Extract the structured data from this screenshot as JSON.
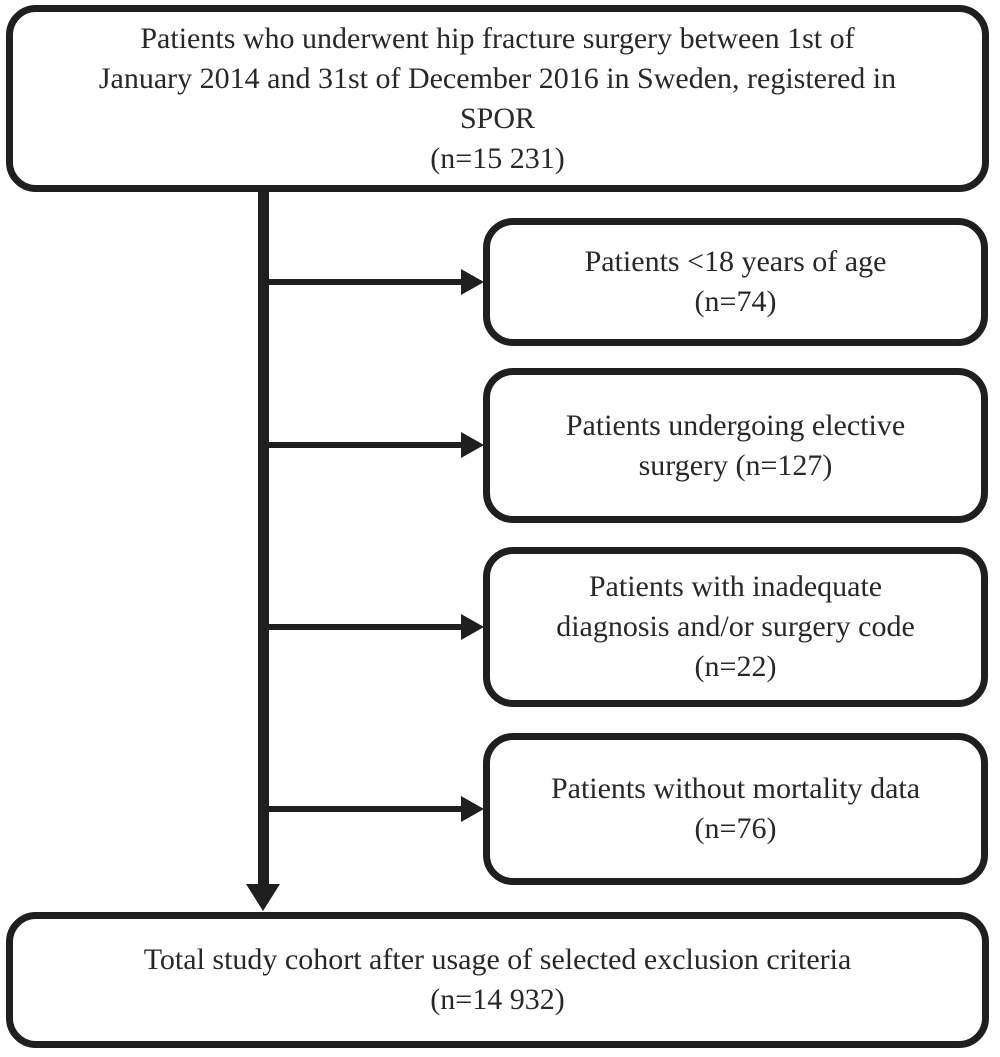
{
  "diagram": {
    "type": "flowchart",
    "line_color": "#1f1f1f",
    "text_color": "#282828",
    "box_background": "#ffffff",
    "source_box": {
      "lines": [
        "Patients who underwent hip fracture surgery between 1st of",
        "January 2014 and 31st of December 2016 in Sweden, registered in",
        "SPOR",
        "(n=15 231)"
      ],
      "n": "15 231"
    },
    "exclusion_boxes": [
      {
        "lines": [
          "Patients <18 years of age",
          "(n=74)"
        ],
        "n": "74"
      },
      {
        "lines": [
          "Patients undergoing elective",
          "surgery (n=127)"
        ],
        "n": "127"
      },
      {
        "lines": [
          "Patients with inadequate",
          "diagnosis and/or surgery code",
          "(n=22)"
        ],
        "n": "22"
      },
      {
        "lines": [
          "Patients without mortality data",
          "(n=76)"
        ],
        "n": "76"
      }
    ],
    "final_box": {
      "lines": [
        "Total study cohort after usage of selected exclusion criteria",
        "(n=14 932)"
      ],
      "n": "14 932"
    }
  }
}
